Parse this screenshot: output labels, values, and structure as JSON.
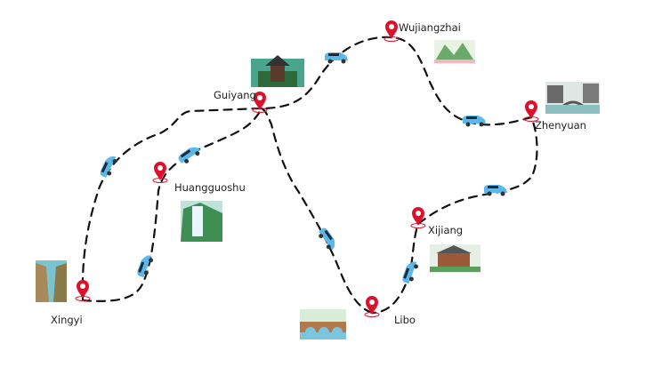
{
  "cities": [
    {
      "name": "Wujiangzhai"
    },
    {
      "name": "Guiyang"
    },
    {
      "name": "Zhenyuan"
    },
    {
      "name": "Huangguoshu"
    },
    {
      "name": "Xijiang"
    },
    {
      "name": "Xingyi"
    },
    {
      "name": "Libo"
    }
  ],
  "colors": {
    "pin": "#e0102a",
    "car": "#5bb8e8",
    "route": "#111111"
  }
}
